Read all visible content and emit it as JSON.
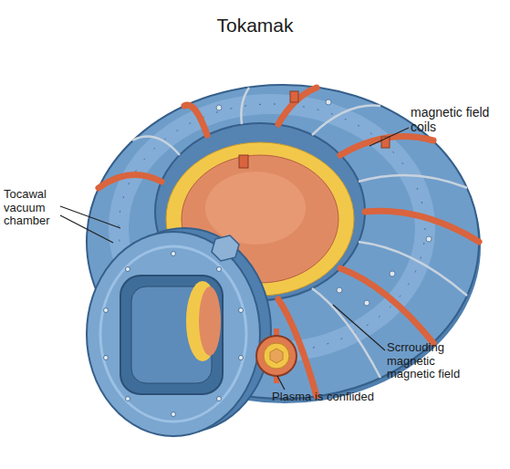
{
  "diagram": {
    "title": "Tokamak",
    "labels": [
      "magnetic field coils",
      "Tocawal vacuum chamber",
      "Scrrouding magnetic magnetic field",
      "Plasma is confiided"
    ]
  }
}
